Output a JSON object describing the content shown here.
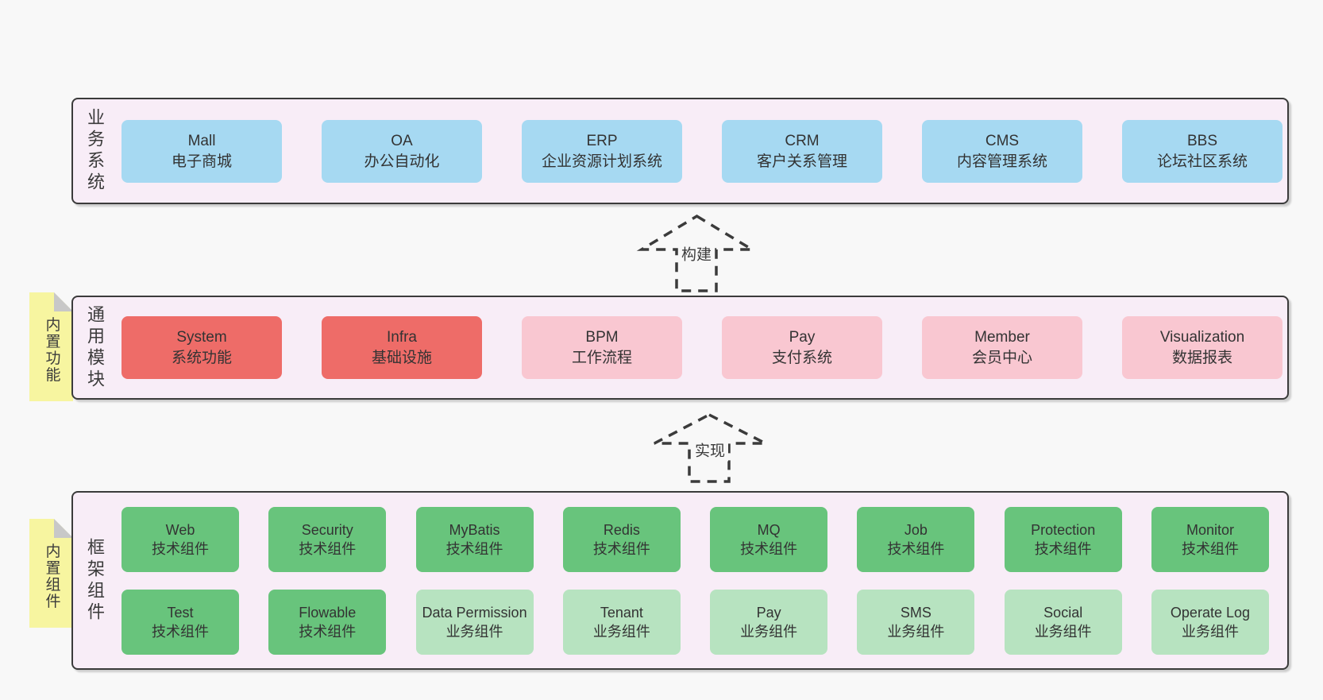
{
  "colors": {
    "page_bg": "#f8f8f8",
    "container_bg": "#f8edf7",
    "container_border": "#3b3b3b",
    "box_blue": "#a6d9f2",
    "box_red": "#ee6c68",
    "box_pink": "#f9c7d1",
    "box_green": "#68c47c",
    "box_light_green": "#b7e3c0",
    "sticky_yellow": "#f7f5a0",
    "sticky_fold": "#c8c8c8",
    "text": "#333333",
    "arrow": "#3b3b3b"
  },
  "layers": [
    {
      "id": "business-systems",
      "side_label": "业务系统",
      "sticky": null,
      "rows": [
        [
          {
            "name": "Mall",
            "desc": "电子商城",
            "color": "box_blue"
          },
          {
            "name": "OA",
            "desc": "办公自动化",
            "color": "box_blue"
          },
          {
            "name": "ERP",
            "desc": "企业资源计划系统",
            "color": "box_blue"
          },
          {
            "name": "CRM",
            "desc": "客户关系管理",
            "color": "box_blue"
          },
          {
            "name": "CMS",
            "desc": "内容管理系统",
            "color": "box_blue"
          },
          {
            "name": "BBS",
            "desc": "论坛社区系统",
            "color": "box_blue"
          }
        ]
      ]
    },
    {
      "id": "common-modules",
      "side_label": "通用模块",
      "sticky": "内置功能",
      "rows": [
        [
          {
            "name": "System",
            "desc": "系统功能",
            "color": "box_red"
          },
          {
            "name": "Infra",
            "desc": "基础设施",
            "color": "box_red"
          },
          {
            "name": "BPM",
            "desc": "工作流程",
            "color": "box_pink"
          },
          {
            "name": "Pay",
            "desc": "支付系统",
            "color": "box_pink"
          },
          {
            "name": "Member",
            "desc": "会员中心",
            "color": "box_pink"
          },
          {
            "name": "Visualization",
            "desc": "数据报表",
            "color": "box_pink"
          }
        ]
      ]
    },
    {
      "id": "framework-components",
      "side_label": "框架组件",
      "sticky": "内置组件",
      "rows": [
        [
          {
            "name": "Web",
            "desc": "技术组件",
            "color": "box_green"
          },
          {
            "name": "Security",
            "desc": "技术组件",
            "color": "box_green"
          },
          {
            "name": "MyBatis",
            "desc": "技术组件",
            "color": "box_green"
          },
          {
            "name": "Redis",
            "desc": "技术组件",
            "color": "box_green"
          },
          {
            "name": "MQ",
            "desc": "技术组件",
            "color": "box_green"
          },
          {
            "name": "Job",
            "desc": "技术组件",
            "color": "box_green"
          },
          {
            "name": "Protection",
            "desc": "技术组件",
            "color": "box_green"
          },
          {
            "name": "Monitor",
            "desc": "技术组件",
            "color": "box_green"
          }
        ],
        [
          {
            "name": "Test",
            "desc": "技术组件",
            "color": "box_green"
          },
          {
            "name": "Flowable",
            "desc": "技术组件",
            "color": "box_green"
          },
          {
            "name": "Data Permission",
            "desc": "业务组件",
            "color": "box_light_green"
          },
          {
            "name": "Tenant",
            "desc": "业务组件",
            "color": "box_light_green"
          },
          {
            "name": "Pay",
            "desc": "业务组件",
            "color": "box_light_green"
          },
          {
            "name": "SMS",
            "desc": "业务组件",
            "color": "box_light_green"
          },
          {
            "name": "Social",
            "desc": "业务组件",
            "color": "box_light_green"
          },
          {
            "name": "Operate Log",
            "desc": "业务组件",
            "color": "box_light_green"
          }
        ]
      ]
    }
  ],
  "arrows": [
    {
      "label": "构建"
    },
    {
      "label": "实现"
    }
  ]
}
